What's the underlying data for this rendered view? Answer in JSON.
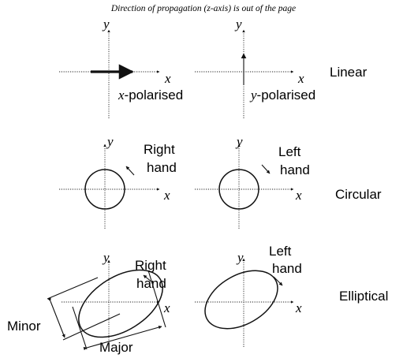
{
  "title": "Direction of propagation (z-axis) is out of the page",
  "axis_labels": {
    "x": "x",
    "y": "y"
  },
  "rows": [
    {
      "name": "Linear",
      "panels": [
        {
          "caption_var": "x",
          "caption_rest": "-polarised"
        },
        {
          "caption_var": "y",
          "caption_rest": "-polarised"
        }
      ]
    },
    {
      "name": "Circular",
      "panels": [
        {
          "hand_line1": "Right",
          "hand_line2": "hand"
        },
        {
          "hand_line1": "Left",
          "hand_line2": "hand"
        }
      ]
    },
    {
      "name": "Elliptical",
      "panels": [
        {
          "hand_line1": "Right",
          "hand_line2": "hand"
        },
        {
          "hand_line1": "Left",
          "hand_line2": "hand"
        }
      ]
    }
  ],
  "axis_names": {
    "minor": "Minor",
    "major": "Major"
  }
}
